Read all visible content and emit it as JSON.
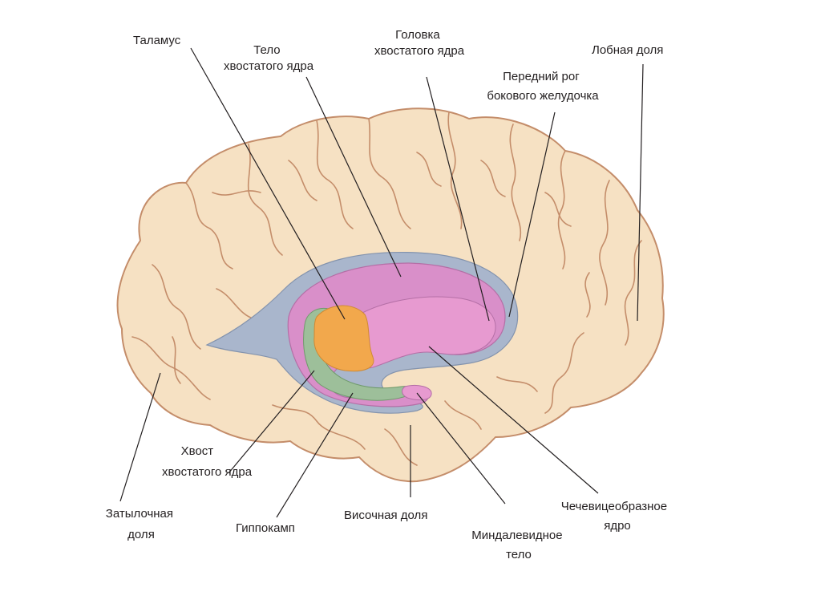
{
  "labels": {
    "thalamus": "Таламус",
    "caudate_body": [
      "Тело",
      "хвостатого ядра"
    ],
    "caudate_head": [
      "Головка",
      "хвостатого ядра"
    ],
    "frontal_lobe": "Лобная доля",
    "anterior_horn": [
      "Передний рог",
      "бокового желудочка"
    ],
    "caudate_tail": [
      "Хвост",
      "хвостатого ядра"
    ],
    "occipital_lobe": [
      "Затылочная",
      "доля"
    ],
    "hippocampus": "Гиппокамп",
    "temporal_lobe": "Височная доля",
    "amygdala": [
      "Миндалевидное",
      "тело"
    ],
    "lentiform": [
      "Чечевицеобразное",
      "ядро"
    ]
  },
  "colors": {
    "brain_fill": "#f6e1c3",
    "brain_outline": "#c48d6a",
    "ventricle": "#a9b6cc",
    "caudate": "#d98fc9",
    "caudate_inner": "#e9a8d8",
    "lentiform": "#e79ad0",
    "thalamus": "#f2a84c",
    "hippocampus": "#9dbf9a",
    "label": "#231f20"
  }
}
